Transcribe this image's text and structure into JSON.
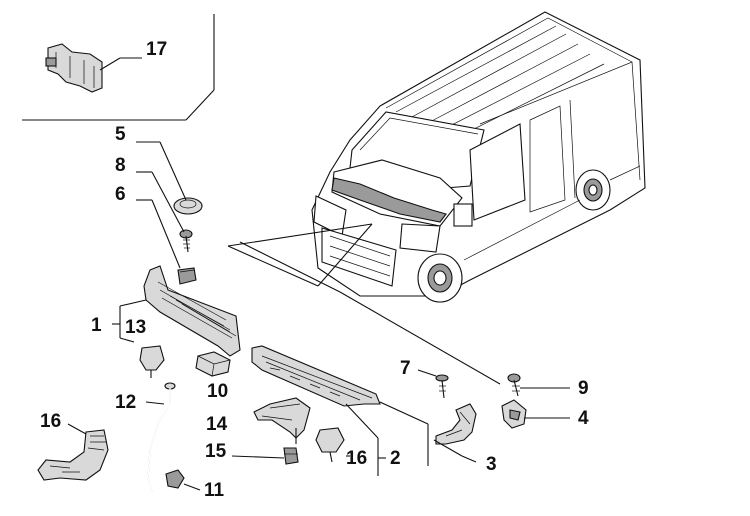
{
  "labels": {
    "l1": "1",
    "l2": "2",
    "l3": "3",
    "l4": "4",
    "l5": "5",
    "l6": "6",
    "l7": "7",
    "l8": "8",
    "l9": "9",
    "l10": "10",
    "l11": "11",
    "l12": "12",
    "l13": "13",
    "l14": "14",
    "l15": "15",
    "l16a": "16",
    "l16b": "16",
    "l17": "17"
  },
  "icons": [
    "van-illustration",
    "cowl-panel",
    "bracket",
    "clip",
    "screw",
    "hose"
  ],
  "colors": {
    "line": "#111111",
    "part_fill": "#d9d9d9",
    "part_dark": "#9a9a9a",
    "background": "#ffffff"
  }
}
